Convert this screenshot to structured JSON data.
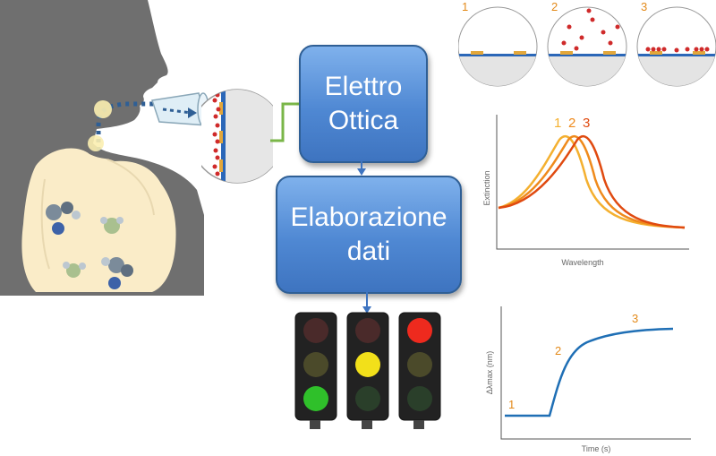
{
  "boxes": {
    "electro_optics": {
      "line1": "Elettro",
      "line2": "Ottica"
    },
    "data_processing": {
      "line1": "Elaborazione",
      "line2": "dati"
    }
  },
  "panels": {
    "sensor_steps": {
      "labels": [
        "1",
        "2",
        "3"
      ]
    },
    "extinction_chart": {
      "ylabel": "Extinction",
      "xlabel": "Wavelength",
      "peak_labels": [
        "1",
        "2",
        "3"
      ],
      "colors": [
        "#f4b030",
        "#ef8a1c",
        "#e04a10"
      ]
    },
    "time_chart": {
      "ylabel": "Δλmax (nm)",
      "xlabel": "Time (s)",
      "phase_labels": [
        "1",
        "2",
        "3"
      ],
      "line_color": "#1f6fb5"
    }
  },
  "traffic_lights": [
    {
      "state": "green",
      "lit": "#2fc02a"
    },
    {
      "state": "yellow",
      "lit": "#f2e01a"
    },
    {
      "state": "red",
      "lit": "#ee2a1e"
    }
  ],
  "colors": {
    "silhouette": "#6f6f6f",
    "lungs": "#faecc8",
    "box_blue": "#4f88d3",
    "arrow": "#3e74c0",
    "connector": "#7ab648"
  },
  "icons": {
    "person": "person-silhouette-icon",
    "breath": "breath-flow-icon",
    "sensor": "sensor-surface-icon"
  }
}
